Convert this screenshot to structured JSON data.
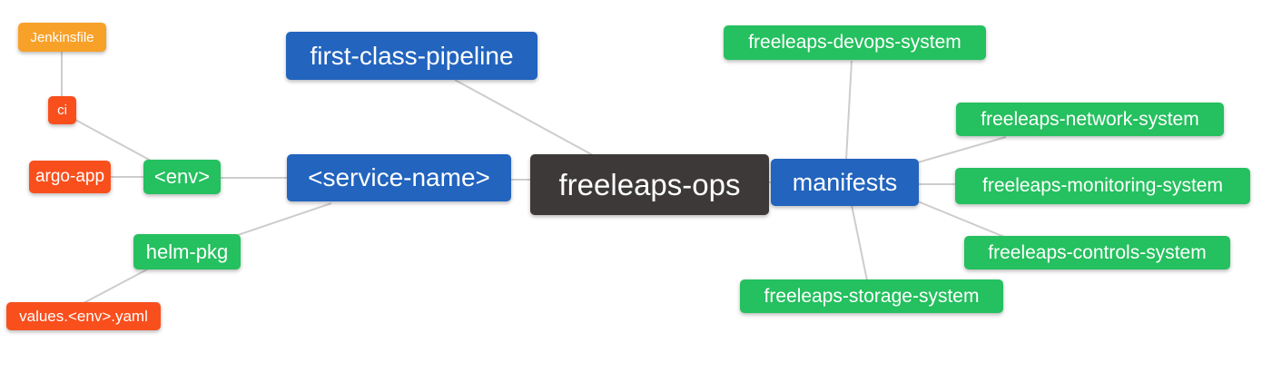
{
  "diagram": {
    "type": "mindmap",
    "title": "freeleaps-ops repository structure mind map",
    "colors": {
      "root_bg": "#3d3939",
      "branch_blue": "#2264be",
      "leaf_green": "#25c05f",
      "leaf_orange": "#f8a128",
      "leaf_red": "#f94f1d",
      "connector": "#cdcdcd",
      "text": "#ffffff",
      "background": "#ffffff"
    },
    "nodes": {
      "root": {
        "label": "freeleaps-ops",
        "color": "#3d3939"
      },
      "first_class_pipeline": {
        "label": "first-class-pipeline",
        "color": "#2264be"
      },
      "service_name": {
        "label": "<service-name>",
        "color": "#2264be"
      },
      "manifests": {
        "label": "manifests",
        "color": "#2264be"
      },
      "env": {
        "label": "<env>",
        "color": "#25c05f"
      },
      "helm_pkg": {
        "label": "helm-pkg",
        "color": "#25c05f"
      },
      "jenkinsfile": {
        "label": "Jenkinsfile",
        "color": "#f8a128"
      },
      "ci": {
        "label": "ci",
        "color": "#f94f1d"
      },
      "argo_app": {
        "label": "argo-app",
        "color": "#f94f1d"
      },
      "values_env_yaml": {
        "label": "values.<env>.yaml",
        "color": "#f94f1d"
      },
      "devops_system": {
        "label": "freeleaps-devops-system",
        "color": "#25c05f"
      },
      "network_system": {
        "label": "freeleaps-network-system",
        "color": "#25c05f"
      },
      "monitoring_system": {
        "label": "freeleaps-monitoring-system",
        "color": "#25c05f"
      },
      "controls_system": {
        "label": "freeleaps-controls-system",
        "color": "#25c05f"
      },
      "storage_system": {
        "label": "freeleaps-storage-system",
        "color": "#25c05f"
      }
    },
    "edges": [
      {
        "from": "Jenkinsfile",
        "to": "ci"
      },
      {
        "from": "ci",
        "to": "<env>"
      },
      {
        "from": "argo-app",
        "to": "<env>"
      },
      {
        "from": "<env>",
        "to": "<service-name>"
      },
      {
        "from": "helm-pkg",
        "to": "<service-name>"
      },
      {
        "from": "values.<env>.yaml",
        "to": "helm-pkg"
      },
      {
        "from": "first-class-pipeline",
        "to": "freeleaps-ops"
      },
      {
        "from": "<service-name>",
        "to": "freeleaps-ops"
      },
      {
        "from": "freeleaps-ops",
        "to": "manifests"
      },
      {
        "from": "manifests",
        "to": "freeleaps-devops-system"
      },
      {
        "from": "manifests",
        "to": "freeleaps-network-system"
      },
      {
        "from": "manifests",
        "to": "freeleaps-monitoring-system"
      },
      {
        "from": "manifests",
        "to": "freeleaps-controls-system"
      },
      {
        "from": "manifests",
        "to": "freeleaps-storage-system"
      }
    ]
  }
}
